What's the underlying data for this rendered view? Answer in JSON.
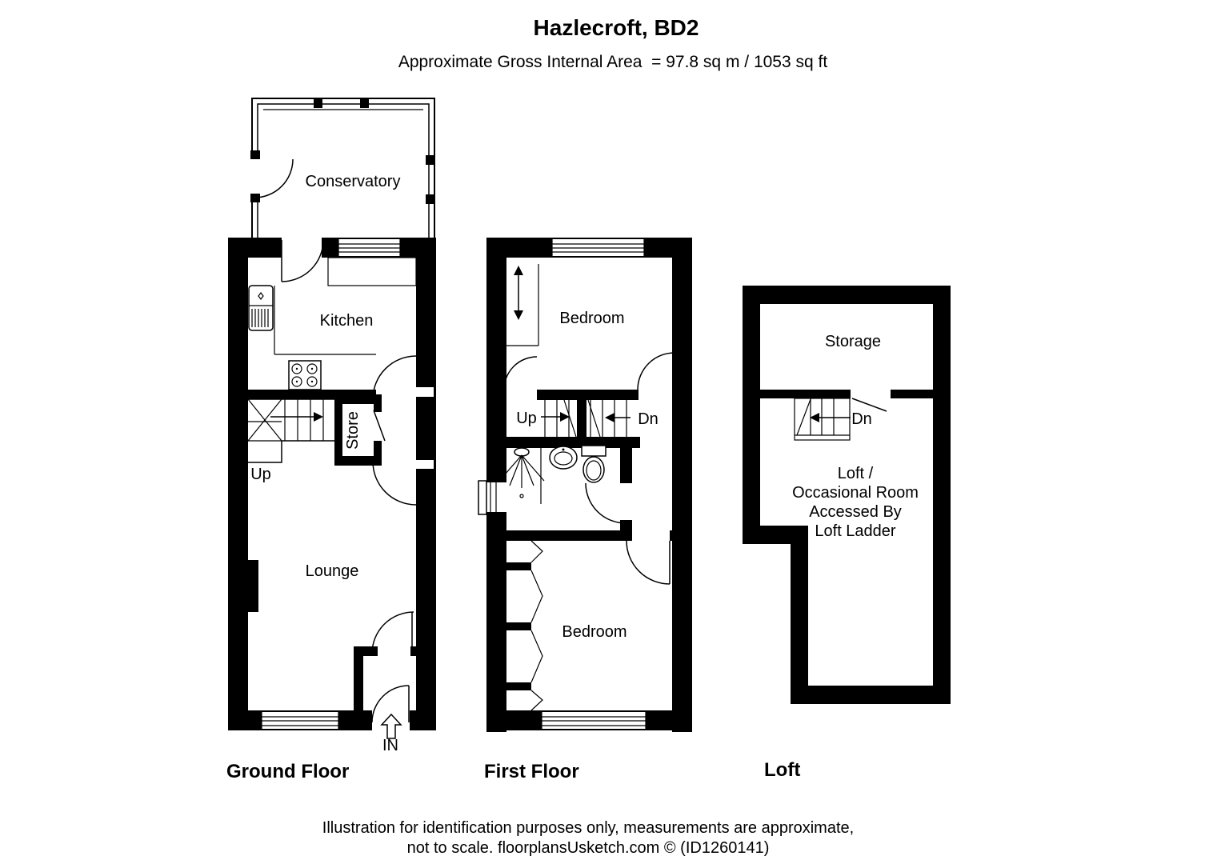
{
  "page": {
    "title": "Hazlecroft, BD2",
    "subtitle": "Approximate Gross Internal Area  = 97.8 sq m / 1053 sq ft",
    "footer_line1": "Illustration for identification purposes only, measurements are approximate,",
    "footer_line2": "not to scale. floorplansUsketch.com © (ID1260141)"
  },
  "ground_floor": {
    "label": "Ground Floor",
    "conservatory": "Conservatory",
    "kitchen": "Kitchen",
    "store": "Store",
    "lounge": "Lounge",
    "stairs_up": "Up",
    "entrance": "IN"
  },
  "first_floor": {
    "label": "First Floor",
    "bedroom_front": "Bedroom",
    "bedroom_back": "Bedroom",
    "stairs_up": "Up",
    "stairs_down": "Dn"
  },
  "loft": {
    "label": "Loft",
    "storage": "Storage",
    "stairs_down": "Dn",
    "room_line1": "Loft /",
    "room_line2": "Occasional Room",
    "room_line3": "Accessed By",
    "room_line4": "Loft Ladder"
  },
  "colors": {
    "wall": "#000000",
    "background": "#ffffff",
    "line": "#000000"
  }
}
